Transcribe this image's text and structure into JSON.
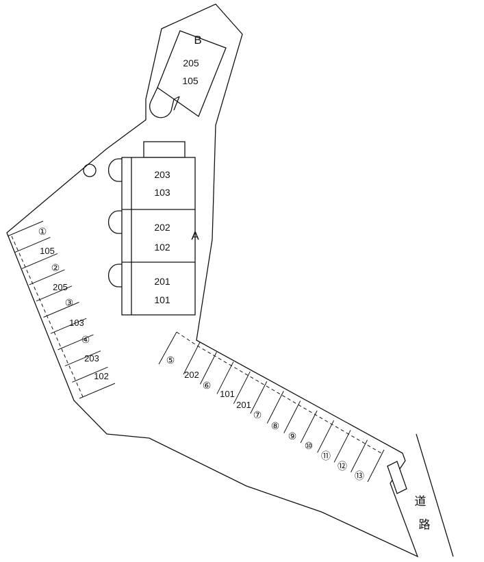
{
  "buildings": {
    "A": {
      "label": "A",
      "units": [
        {
          "upper": "203",
          "lower": "103"
        },
        {
          "upper": "202",
          "lower": "102"
        },
        {
          "upper": "201",
          "lower": "101"
        }
      ]
    },
    "B": {
      "label": "B",
      "upper": "205",
      "lower": "105"
    }
  },
  "parking_left": [
    {
      "slot": "①",
      "room": "105"
    },
    {
      "slot": "②",
      "room": "205"
    },
    {
      "slot": "③",
      "room": "103"
    },
    {
      "slot": "④",
      "room": "203"
    },
    {
      "slot": "",
      "room": "102"
    }
  ],
  "parking_right": {
    "slots": [
      "⑤",
      "⑥",
      "⑦",
      "⑧",
      "⑨",
      "⑩",
      "⑪",
      "⑫",
      "⑬"
    ],
    "rooms": [
      "202",
      "101",
      "201"
    ]
  },
  "road": {
    "char1": "道",
    "char2": "路"
  }
}
